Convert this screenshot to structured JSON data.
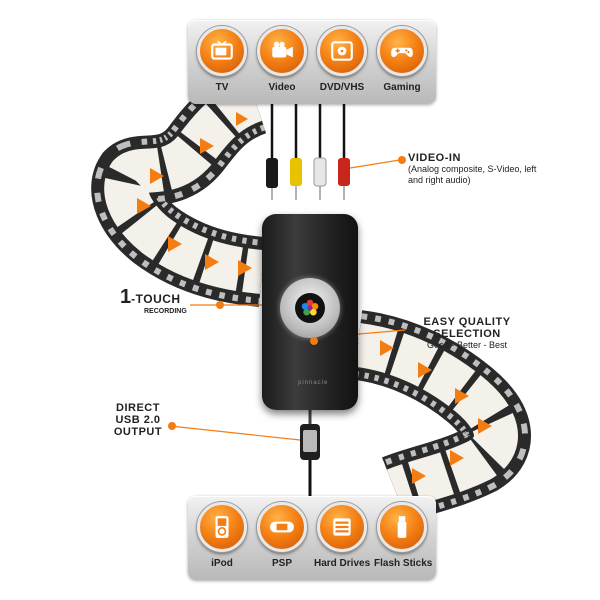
{
  "sources": [
    {
      "label": "TV",
      "icon": "tv-icon"
    },
    {
      "label": "Video",
      "icon": "camcorder-icon"
    },
    {
      "label": "DVD/VHS",
      "icon": "dvd-player-icon"
    },
    {
      "label": "Gaming",
      "icon": "gamepad-icon"
    }
  ],
  "outputs": [
    {
      "label": "iPod",
      "icon": "ipod-icon"
    },
    {
      "label": "PSP",
      "icon": "psp-icon"
    },
    {
      "label": "Hard Drives",
      "icon": "hard-drive-icon"
    },
    {
      "label": "Flash Sticks",
      "icon": "flash-stick-icon"
    }
  ],
  "callouts": {
    "video_in_title": "VIDEO-IN",
    "video_in_sub": "(Analog composite, S-Video, left and right audio)",
    "one_touch_number": "1",
    "one_touch_title": "-TOUCH",
    "one_touch_sub": "RECORDING",
    "quality_title_1": "EASY QUALITY",
    "quality_title_2": "SELECTION",
    "quality_sub": "Good - Better - Best",
    "usb_line_1": "DIRECT",
    "usb_line_2": "USB 2.0",
    "usb_line_3": "OUTPUT"
  },
  "device": {
    "brand": "pinnacle"
  },
  "colors": {
    "accent": "#f37d12",
    "film": "#2a2a2a",
    "film_frame": "#f4f0ea"
  }
}
